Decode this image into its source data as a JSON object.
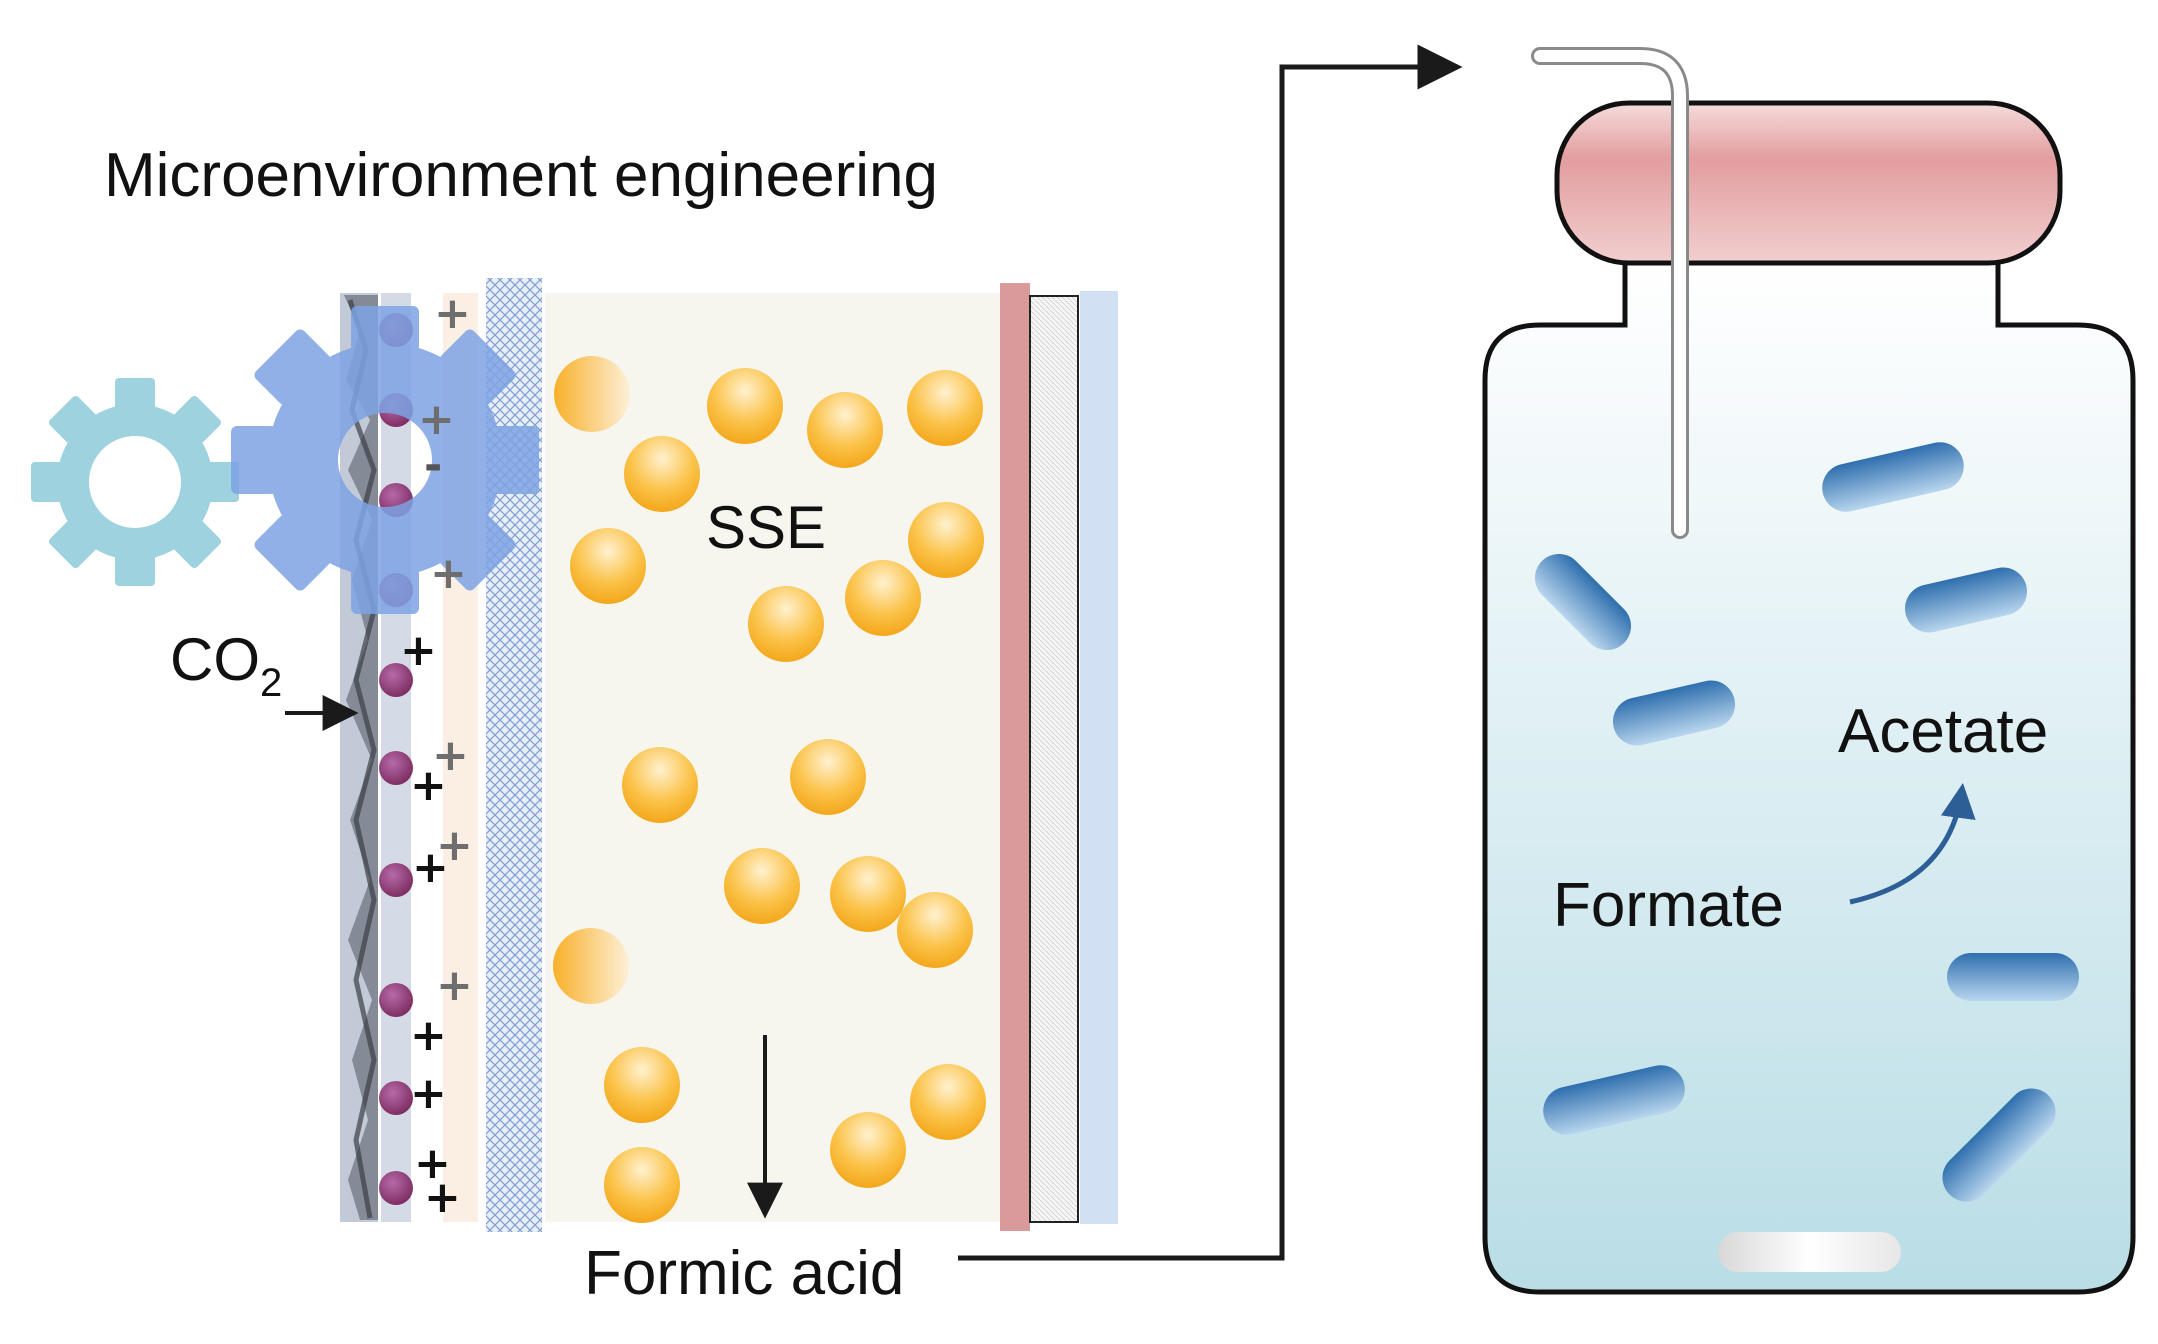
{
  "labels": {
    "title": "Microenvironment engineering",
    "sse": "SSE",
    "co2_main": "CO",
    "co2_sub": "2",
    "formic_acid": "Formic acid",
    "formate": "Formate",
    "acetate": "Acetate"
  },
  "charges": {
    "plus": "+",
    "minus": "-"
  },
  "colors": {
    "gear_small": "#9fd2df",
    "gear_large": "#7ea3e3",
    "particle_light": "#fde7b8",
    "particle_dark": "#f7ab1d",
    "membrane": "#d89a9a",
    "bacteria": "#4f88be",
    "lid": "#e6a7aa",
    "jar_bottom": "#bcdfe8",
    "arrow": "#1a1a1a"
  }
}
